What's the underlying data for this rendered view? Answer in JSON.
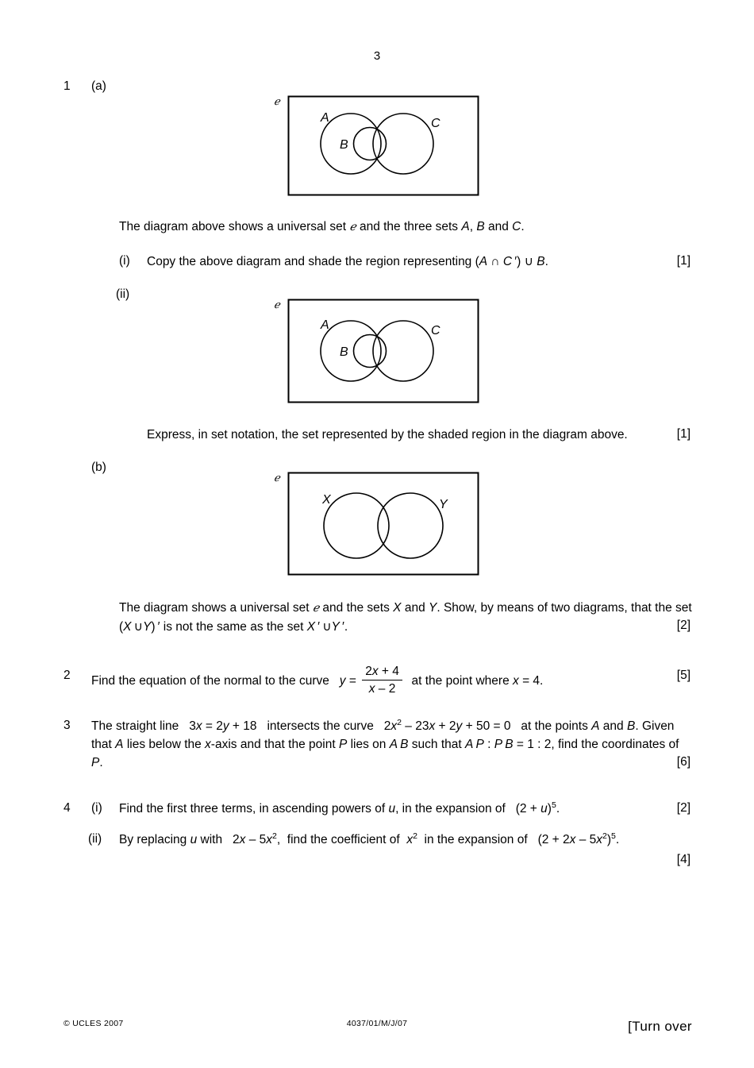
{
  "page": {
    "number": "3",
    "universal_set_symbol": "ℯ"
  },
  "questions": [
    {
      "number": "1",
      "parts": [
        {
          "label": "(a)",
          "diagram": "venn-abc-plain",
          "caption_html": "The diagram above shows a universal set <span class=\"script-e\">ℯ</span> and the three sets <i>A</i>, <i>B</i> and <i>C</i>.",
          "subparts": [
            {
              "label": "(i)",
              "text_html": "Copy the above diagram and shade the region representing (<i>A</i> ∩ <i>C</i> ′) ∪ <i>B</i>.",
              "marks": "[1]"
            },
            {
              "label": "(ii)",
              "diagram": "venn-abc-shaded",
              "text_html": "Express, in set notation, the set represented by the shaded region in the diagram above.",
              "marks": "[1]"
            }
          ]
        },
        {
          "label": "(b)",
          "diagram": "venn-xy",
          "text_html": "The diagram shows a universal set <span class=\"script-e\">ℯ</span> and the sets <i>X</i> and <i>Y</i>. Show, by means of two diagrams, that the set (<i>X</i> ∪ <i>Y</i>) ′ is not the same as the set <i>X</i> ′ ∪ <i>Y</i> ′.",
          "marks": "[2]"
        }
      ]
    },
    {
      "number": "2",
      "text_before_html": "Find the equation of the normal to the curve&nbsp;&nbsp; <i>y</i> = ",
      "fraction": {
        "numerator_html": "2<i>x</i> + 4",
        "denominator_html": "<i>x</i> – 2"
      },
      "text_after_html": "&nbsp;&nbsp;at the point where <i>x</i> = 4.",
      "marks": "[5]"
    },
    {
      "number": "3",
      "text_html": "The straight line&nbsp;&nbsp; 3<i>x</i> = 2<i>y</i> + 18&nbsp;&nbsp; intersects the curve&nbsp;&nbsp; 2<i>x</i><sup>2</sup> – 23<i>x</i> + 2<i>y</i> + 50 = 0&nbsp;&nbsp; at the points <i>A</i> and <i>B</i>. Given that <i>A</i> lies below the <i>x</i>-axis and that the point <i>P</i> lies on <i>A</i> <i>B</i> such that <i>A</i> <i>P</i> : <i>P</i> <i>B</i> = 1 : 2, find the coordinates of <i>P</i>.",
      "marks": "[6]"
    },
    {
      "number": "4",
      "subparts": [
        {
          "label": "(i)",
          "text_html": "Find the first three terms, in ascending powers of <i>u</i>, in the expansion of&nbsp;&nbsp; (2 + <i>u</i>)<sup>5</sup>.",
          "marks": "[2]"
        },
        {
          "label": "(ii)",
          "text_html": "By replacing <i>u</i> with&nbsp;&nbsp; 2<i>x</i> – 5<i>x</i><sup>2</sup>,&nbsp; find the coefficient of&nbsp; <i>x</i><sup>2</sup>&nbsp; in the expansion of&nbsp;&nbsp; (2 + 2<i>x</i> – 5<i>x</i><sup>2</sup>)<sup>5</sup>.",
          "marks": "[4]"
        }
      ]
    }
  ],
  "footer": {
    "copyright": "© UCLES 2007",
    "paper_code": "4037/01/M/J/07",
    "turn_over": "[Turn over"
  },
  "colors": {
    "ink": "#000000",
    "shade": "#c8c8c8",
    "paper": "#ffffff"
  }
}
